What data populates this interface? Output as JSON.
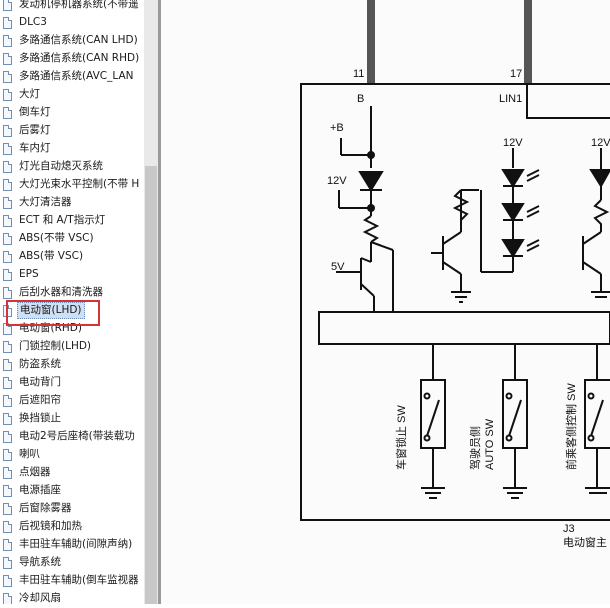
{
  "sidebar": {
    "items": [
      {
        "label": "发动机停机器系统(不带遥"
      },
      {
        "label": "DLC3"
      },
      {
        "label": "多路通信系统(CAN LHD)"
      },
      {
        "label": "多路通信系统(CAN RHD)"
      },
      {
        "label": "多路通信系统(AVC_LAN"
      },
      {
        "label": "大灯"
      },
      {
        "label": "倒车灯"
      },
      {
        "label": "后雾灯"
      },
      {
        "label": "车内灯"
      },
      {
        "label": "灯光自动熄灭系统"
      },
      {
        "label": "大灯光束水平控制(不带 H"
      },
      {
        "label": "大灯清洁器"
      },
      {
        "label": "ECT 和 A/T指示灯"
      },
      {
        "label": "ABS(不带 VSC)"
      },
      {
        "label": "ABS(带 VSC)"
      },
      {
        "label": "EPS"
      },
      {
        "label": "后刮水器和清洗器"
      },
      {
        "label": "电动窗(LHD)"
      },
      {
        "label": "电动窗(RHD)"
      },
      {
        "label": "门锁控制(LHD)"
      },
      {
        "label": "防盗系统"
      },
      {
        "label": "电动背门"
      },
      {
        "label": "后遮阳帘"
      },
      {
        "label": "换挡锁止"
      },
      {
        "label": "电动2号后座椅(带装载功"
      },
      {
        "label": "喇叭"
      },
      {
        "label": "点烟器"
      },
      {
        "label": "电源插座"
      },
      {
        "label": "后窗除雾器"
      },
      {
        "label": "后视镜和加热"
      },
      {
        "label": "丰田驻车辅助(间隙声纳)"
      },
      {
        "label": "导航系统"
      },
      {
        "label": "丰田驻车辅助(倒车监视器"
      },
      {
        "label": "冷却风扇"
      }
    ],
    "selected_index": 17
  },
  "diagram": {
    "pin_11": "11",
    "pin_17": "17",
    "label_b": "B",
    "label_lin1": "LIN1",
    "label_plus_b": "+B",
    "label_12v_a": "12V",
    "label_12v_b": "12V",
    "label_12v_c": "12V",
    "label_5v": "5V",
    "sw1": "车窗锁止 SW",
    "sw2_line1": "驾驶员侧",
    "sw2_line2": "AUTO SW",
    "sw3": "前乘客侧控制 SW",
    "connector": "J3",
    "caption": "电动窗主"
  }
}
